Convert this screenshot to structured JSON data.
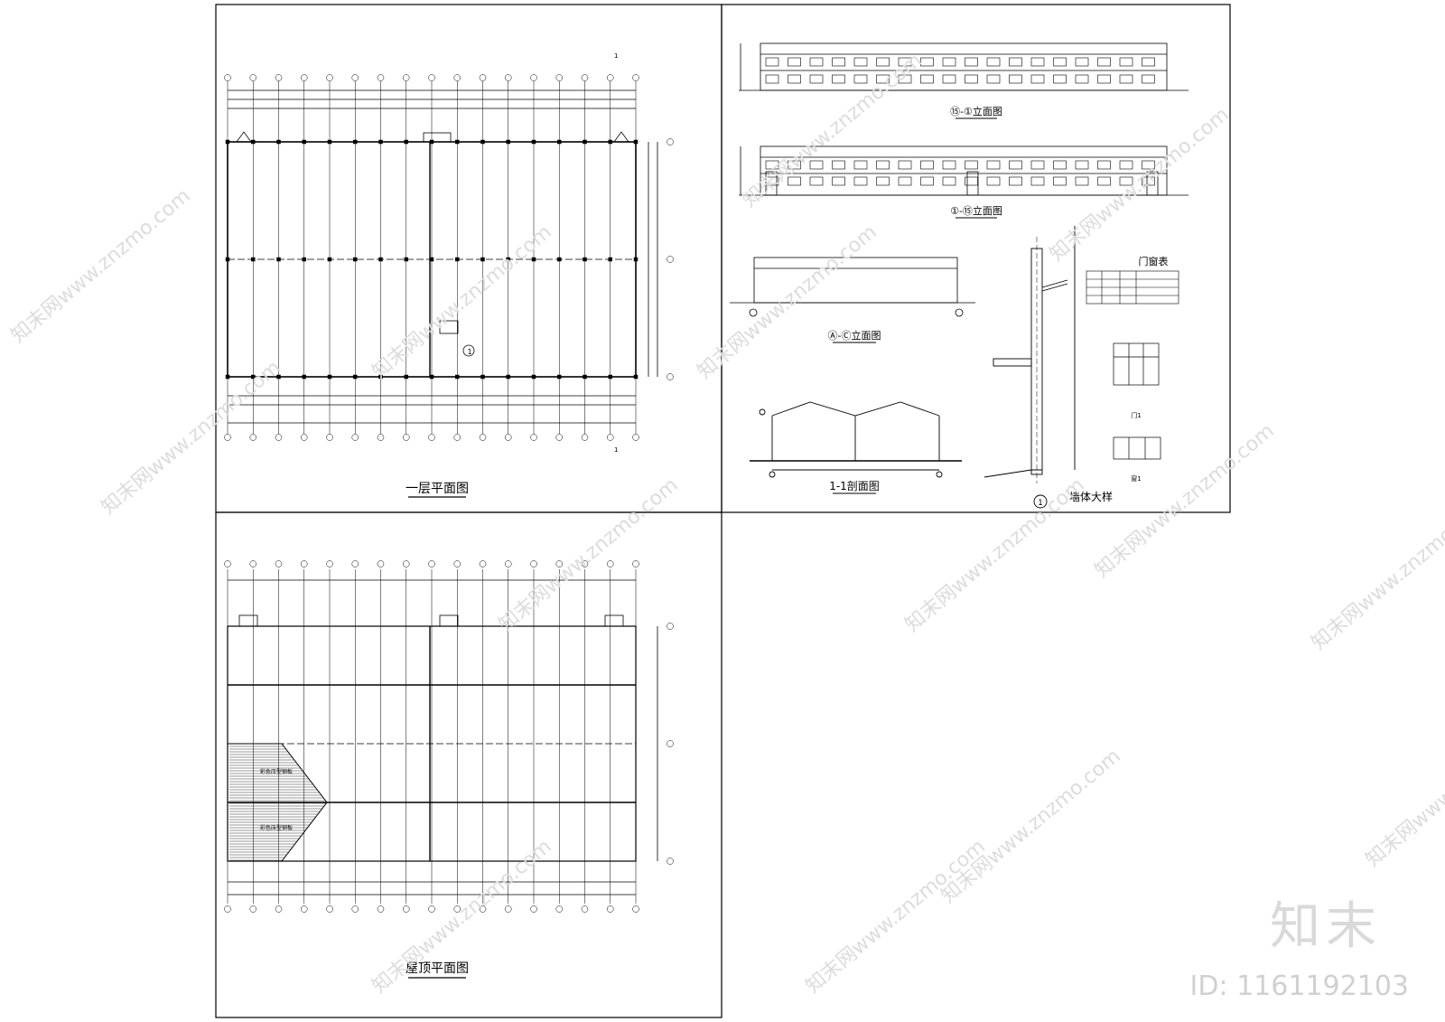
{
  "drawings": {
    "plan1_title": "一层平面图",
    "roof_title": "屋顶平面图",
    "elev1_title": "⑮-①立面图",
    "elev2_title": "①-⑮立面图",
    "elev3_title": "Ⓐ-Ⓒ立面图",
    "section_title": "1-1剖面图",
    "wall_title": "墙体大样",
    "door_window_table_title": "门窗表",
    "roof_panel_label": "彩色压型钢板",
    "detail_callout": "1",
    "section_mark": "1",
    "door_label": "门1",
    "window_label": "窗1"
  },
  "watermark": {
    "logo": "知末",
    "id": "ID: 1161192103",
    "text": "知末网www.znzmo.com"
  },
  "colors": {
    "line": "#000000",
    "watermark": "#d9d9d9",
    "paper": "#ffffff"
  }
}
